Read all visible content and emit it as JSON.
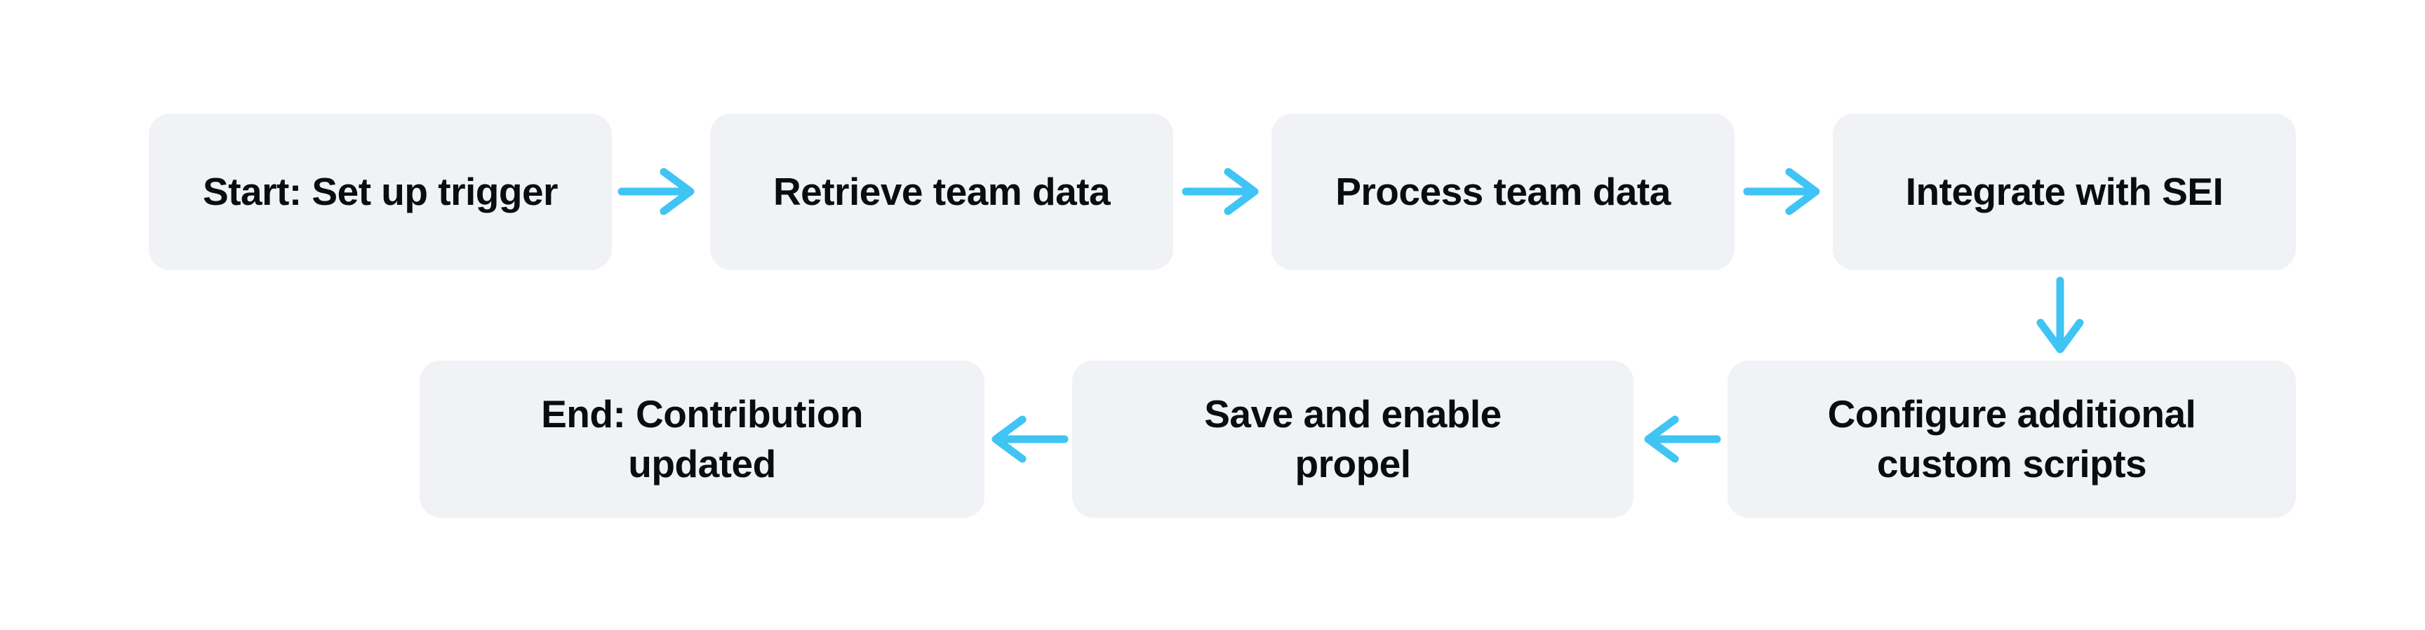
{
  "diagram": {
    "type": "flowchart",
    "colors": {
      "node_fill": "#F1F2F6",
      "node_text": "#0B0C0F",
      "arrow": "#40C4F4",
      "background": "#FFFFFF"
    },
    "nodes": [
      {
        "id": "start",
        "label": "Start: Set up trigger",
        "lines": [
          "Start: Set up trigger"
        ]
      },
      {
        "id": "retrieve",
        "label": "Retrieve team data",
        "lines": [
          "Retrieve team data"
        ]
      },
      {
        "id": "process",
        "label": "Process team data",
        "lines": [
          "Process team data"
        ]
      },
      {
        "id": "integrate",
        "label": "Integrate with SEI",
        "lines": [
          "Integrate with SEI"
        ]
      },
      {
        "id": "configure",
        "label": "Configure additional custom scripts",
        "lines": [
          "Configure additional",
          "custom scripts"
        ]
      },
      {
        "id": "save",
        "label": "Save and enable propel",
        "lines": [
          "Save and enable",
          "propel"
        ]
      },
      {
        "id": "end",
        "label": "End: Contribution updated",
        "lines": [
          "End: Contribution",
          "updated"
        ]
      }
    ],
    "edges": [
      {
        "from": "start",
        "to": "retrieve",
        "direction": "right"
      },
      {
        "from": "retrieve",
        "to": "process",
        "direction": "right"
      },
      {
        "from": "process",
        "to": "integrate",
        "direction": "right"
      },
      {
        "from": "integrate",
        "to": "configure",
        "direction": "down"
      },
      {
        "from": "configure",
        "to": "save",
        "direction": "left"
      },
      {
        "from": "save",
        "to": "end",
        "direction": "left"
      }
    ]
  }
}
